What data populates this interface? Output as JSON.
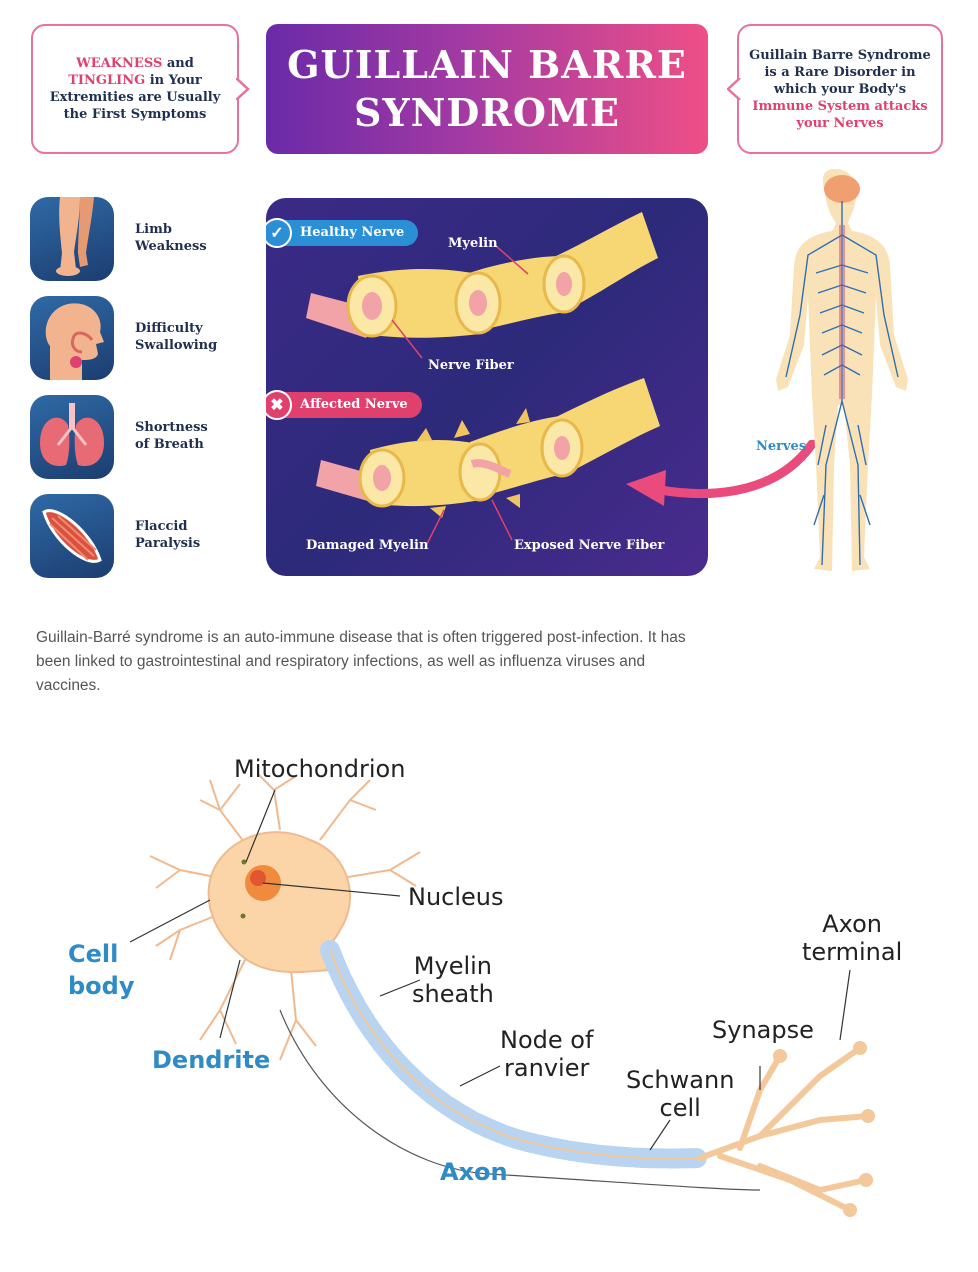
{
  "header": {
    "left_bubble": {
      "part1": "WEAKNESS",
      "part2": " and ",
      "part3": "TINGLING",
      "part4": " in Your Extremities are Usually the First Symptoms"
    },
    "title_line1": "GUILLAIN BARRE",
    "title_line2": "SYNDROME",
    "right_bubble": {
      "part1": "Guillain Barre Syndrome is a Rare Disorder in which your Body's ",
      "part2": "Immune System attacks your Nerves"
    }
  },
  "symptoms": [
    {
      "label": "Limb\nWeakness",
      "icon": "leg-icon"
    },
    {
      "label": "Difficulty\nSwallowing",
      "icon": "throat-icon"
    },
    {
      "label": "Shortness\nof Breath",
      "icon": "lungs-icon"
    },
    {
      "label": "Flaccid\nParalysis",
      "icon": "muscle-icon"
    }
  ],
  "nerve_panel": {
    "healthy_label": "Healthy Nerve",
    "affected_label": "Affected Nerve",
    "myelin": "Myelin",
    "nerve_fiber": "Nerve Fiber",
    "damaged_myelin": "Damaged Myelin",
    "exposed_fiber": "Exposed Nerve Fiber"
  },
  "body": {
    "nerves_label": "Nerves"
  },
  "paragraph": "Guillain-Barré syndrome is an auto-immune disease that is often triggered post-infection. It has been linked to gastrointestinal and respiratory infections, as well as influenza viruses and vaccines.",
  "neuron": {
    "mitochondrion": "Mitochondrion",
    "nucleus": "Nucleus",
    "cell_body_1": "Cell",
    "cell_body_2": "body",
    "dendrite": "Dendrite",
    "myelin_1": "Myelin",
    "myelin_2": "sheath",
    "node_1": "Node of",
    "node_2": "ranvier",
    "schwann_1": "Schwann",
    "schwann_2": "cell",
    "synapse": "Synapse",
    "terminal_1": "Axon",
    "terminal_2": "terminal",
    "axon": "Axon"
  },
  "colors": {
    "pink": "#e0406e",
    "navy": "#1f2f4f",
    "blue_label": "#2e8bc5",
    "panel": "#2d2a7a"
  }
}
